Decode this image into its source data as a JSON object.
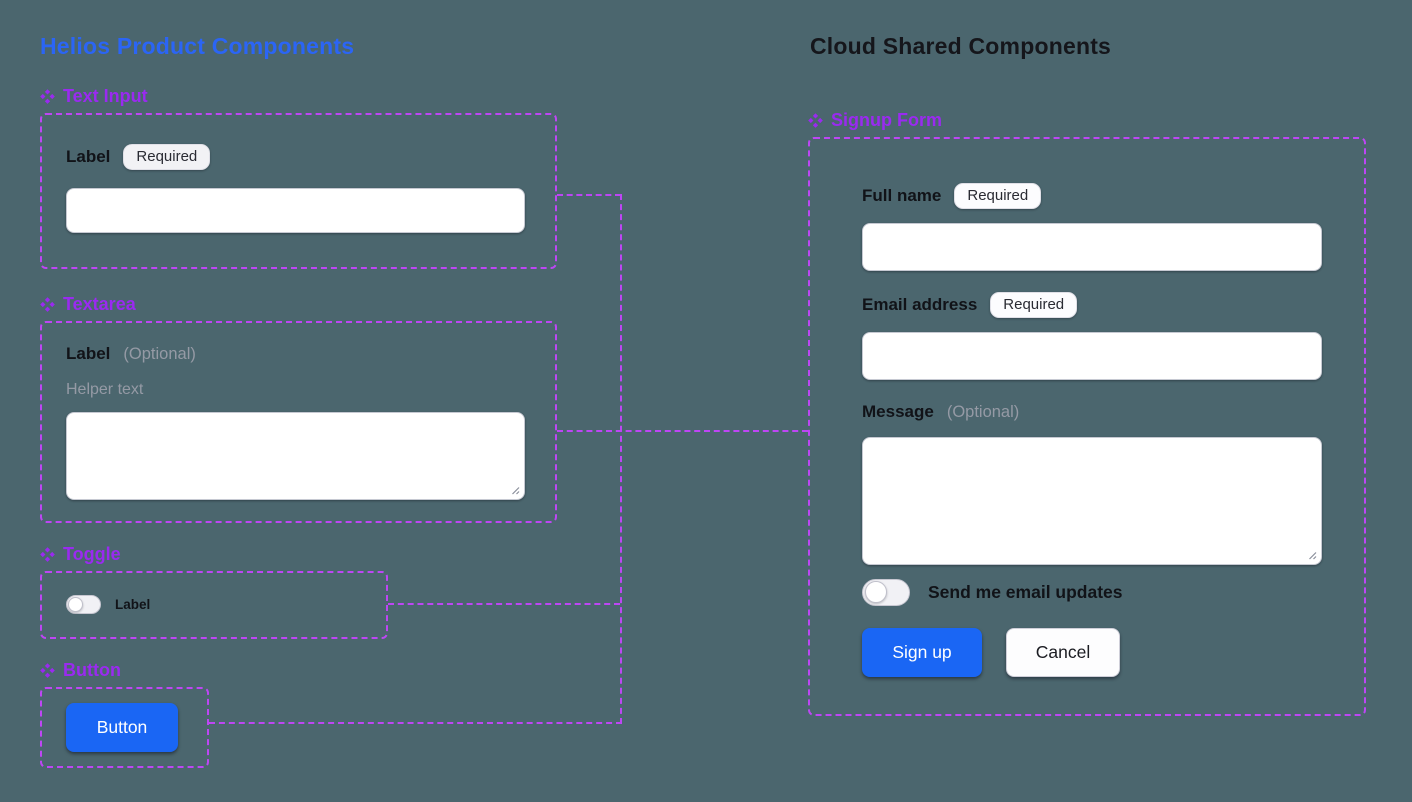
{
  "colors": {
    "canvas_background": "#4b666e",
    "component_purple": "#9a2af0",
    "connector_purple": "#bd46f4",
    "helios_title_blue": "#2b65f5",
    "cloud_title_dark": "#15161b",
    "primary_button_blue": "#1a66f4"
  },
  "helios": {
    "title": "Helios Product Components",
    "text_input": {
      "header": "Text Input",
      "label": "Label",
      "badge": "Required",
      "value": ""
    },
    "textarea": {
      "header": "Textarea",
      "label": "Label",
      "optional": "(Optional)",
      "helper": "Helper text",
      "value": ""
    },
    "toggle": {
      "header": "Toggle",
      "label": "Label",
      "state": "off"
    },
    "button": {
      "header": "Button",
      "label": "Button"
    }
  },
  "cloud": {
    "title": "Cloud Shared Components",
    "signup_form": {
      "header": "Signup Form",
      "full_name": {
        "label": "Full name",
        "badge": "Required",
        "value": ""
      },
      "email": {
        "label": "Email address",
        "badge": "Required",
        "value": ""
      },
      "message": {
        "label": "Message",
        "optional": "(Optional)",
        "value": ""
      },
      "updates_toggle": {
        "label": "Send me email updates",
        "state": "off"
      },
      "submit_label": "Sign up",
      "cancel_label": "Cancel"
    }
  }
}
